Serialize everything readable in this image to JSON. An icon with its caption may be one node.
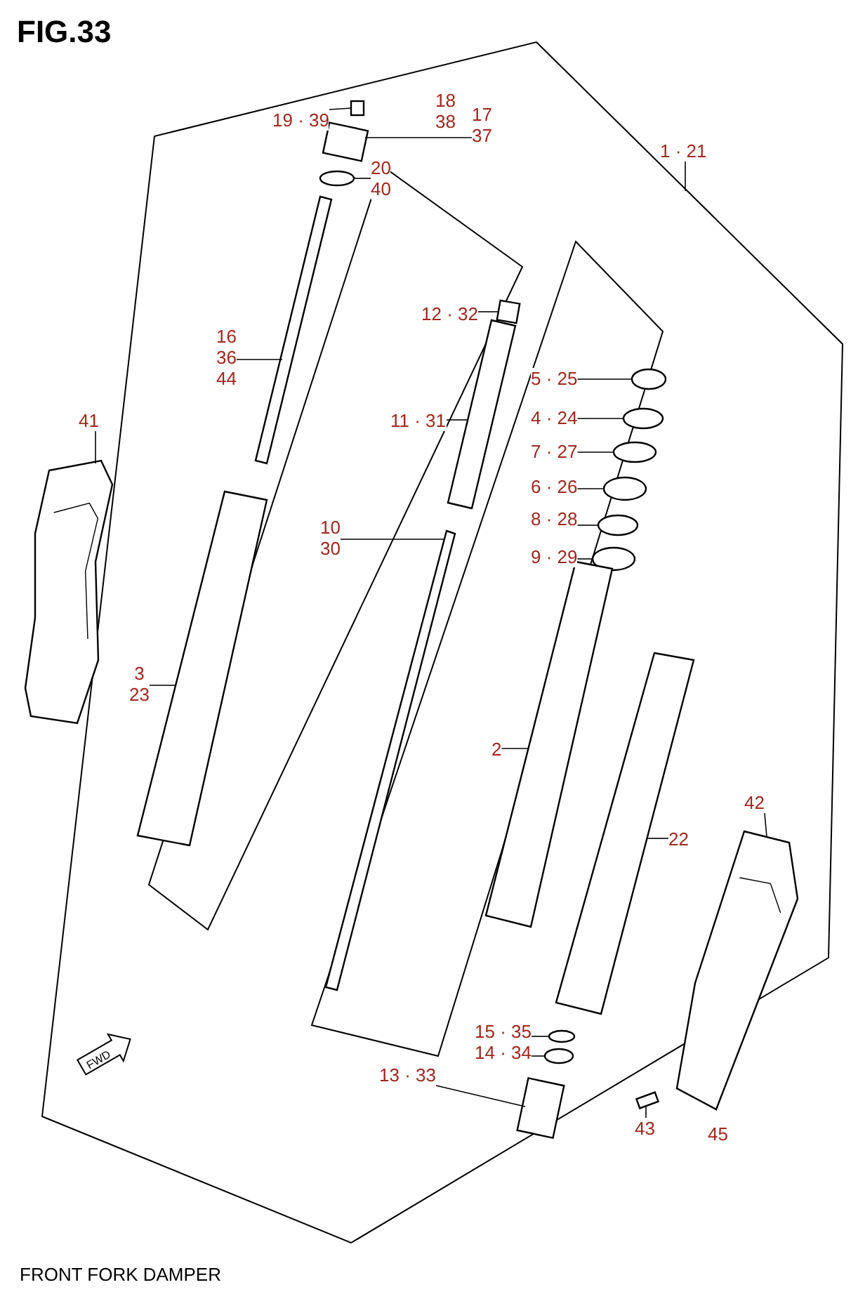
{
  "diagram": {
    "title": "FIG.33",
    "caption": "FRONT FORK DAMPER",
    "nodes": [
      {
        "text": [
          "1 · 21"
        ]
      },
      {
        "text": [
          "18",
          "38"
        ]
      },
      {
        "text": [
          "19 · 39"
        ]
      },
      {
        "text": [
          "17",
          "37"
        ]
      },
      {
        "text": [],
        "shape": "box"
      },
      {
        "text": [],
        "shape": "box"
      },
      {
        "text": [
          "20",
          "40"
        ]
      },
      {
        "text": [],
        "shape": "circle"
      },
      {
        "text": [
          "16",
          "36",
          "44"
        ]
      },
      {
        "text": [],
        "shape": "bar"
      },
      {
        "text": [
          "41"
        ]
      },
      {
        "text": [],
        "shape": "picture"
      },
      {
        "text": [
          "3",
          "23"
        ]
      },
      {
        "text": [],
        "shape": "cylinder"
      },
      {
        "text": [
          "10",
          "30"
        ]
      },
      {
        "text": [],
        "shape": "bar"
      },
      {
        "text": [
          "12 · 32"
        ]
      },
      {
        "text": [],
        "shape": "box"
      },
      {
        "text": [
          "11 · 31"
        ]
      },
      {
        "text": [],
        "shape": "cylinder"
      },
      {
        "text": [
          "5 · 25"
        ]
      },
      {
        "text": [],
        "shape": "circle"
      },
      {
        "text": [
          "4 · 24"
        ]
      },
      {
        "text": [],
        "shape": "circle"
      },
      {
        "text": [
          "7 · 27"
        ]
      },
      {
        "text": [],
        "shape": "circle"
      },
      {
        "text": [
          "6 · 26"
        ]
      },
      {
        "text": [],
        "shape": "circle"
      },
      {
        "text": [
          "8 · 28"
        ]
      },
      {
        "text": [],
        "shape": "circle"
      },
      {
        "text": [
          "9 · 29"
        ]
      },
      {
        "text": [],
        "shape": "circle"
      },
      {
        "text": [
          "2"
        ]
      },
      {
        "text": [],
        "shape": "cylinder"
      },
      {
        "text": [
          "22"
        ]
      },
      {
        "text": [],
        "shape": "cylinder"
      },
      {
        "text": [
          "42"
        ]
      },
      {
        "text": [],
        "shape": "picture"
      },
      {
        "text": [
          "15 · 35"
        ]
      },
      {
        "text": [],
        "shape": "circle"
      },
      {
        "text": [
          "14 · 34"
        ]
      },
      {
        "text": [],
        "shape": "circle"
      },
      {
        "text": [
          "13 · 33"
        ]
      },
      {
        "text": [],
        "shape": "box"
      },
      {
        "text": [
          "43"
        ]
      },
      {
        "text": [],
        "shape": "box"
      }
    ],
    "edges": [
      {
        "from": 0,
        "to": null,
        "arrow": "none"
      },
      {
        "from": 2,
        "to": 4,
        "arrow": "none"
      },
      {
        "from": 3,
        "to": 5,
        "arrow": "none"
      },
      {
        "from": 6,
        "to": 7,
        "arrow": "none"
      },
      {
        "from": 8,
        "to": 9,
        "arrow": "none"
      },
      {
        "from": 10,
        "to": 11,
        "arrow": "none"
      },
      {
        "from": 12,
        "to": 13,
        "arrow": "none"
      },
      {
        "from": 14,
        "to": 15,
        "arrow": "none"
      },
      {
        "from": 16,
        "to": 17,
        "arrow": "none"
      },
      {
        "from": 18,
        "to": 19,
        "arrow": "none"
      },
      {
        "from": 20,
        "to": 21,
        "arrow": "none"
      },
      {
        "from": 22,
        "to": 23,
        "arrow": "none"
      },
      {
        "from": 24,
        "to": 25,
        "arrow": "none"
      },
      {
        "from": 26,
        "to": 27,
        "arrow": "none"
      },
      {
        "from": 28,
        "to": 29,
        "arrow": "none"
      },
      {
        "from": 30,
        "to": 31,
        "arrow": "none"
      },
      {
        "from": 32,
        "to": 33,
        "arrow": "none"
      },
      {
        "from": 34,
        "to": 35,
        "arrow": "none"
      },
      {
        "from": 36,
        "to": 37,
        "arrow": "none"
      },
      {
        "from": 38,
        "to": 39,
        "arrow": "none"
      },
      {
        "from": 40,
        "to": 41,
        "arrow": "none"
      },
      {
        "from": 42,
        "to": 43,
        "arrow": "none"
      },
      {
        "from": 44,
        "to": 45,
        "arrow": "none"
      }
    ],
    "labels": [
      "FWD",
      "45"
    ]
  }
}
